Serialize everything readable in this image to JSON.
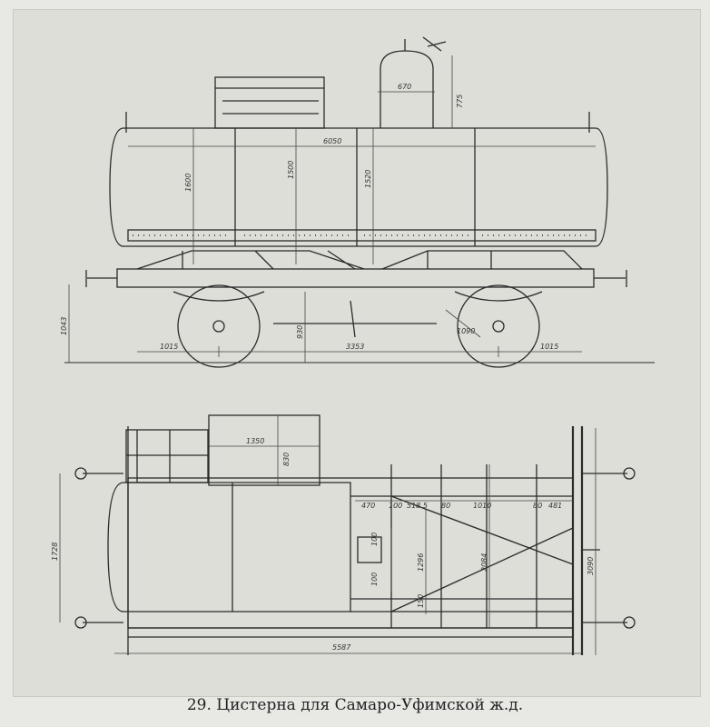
{
  "caption": "29. Цистерна для Самаро-Уфимской ж.д.",
  "side_view": {
    "dims": {
      "dome_width": "670",
      "dome_height": "775",
      "tank_length": "6050",
      "height_a": "1600",
      "height_b": "1500",
      "height_c": "1520",
      "overall_height": "1043",
      "axle_height": "930",
      "wheel_dia": "1090",
      "overhang_left": "1015",
      "wheelbase": "3353",
      "overhang_right": "1015"
    }
  },
  "plan_view": {
    "dims": {
      "platform_len": "1350",
      "platform_w": "830",
      "seg1": "470",
      "seg2": "100",
      "seg3": "518.5",
      "seg4": "80",
      "seg5": "1010",
      "seg6": "80",
      "seg7": "481",
      "width_left": "1728",
      "width_mid": "1296",
      "width_inner": "2084",
      "width_right": "3090",
      "small_a": "100",
      "small_b": "100",
      "small_c": "150",
      "overall_len": "5587"
    }
  }
}
